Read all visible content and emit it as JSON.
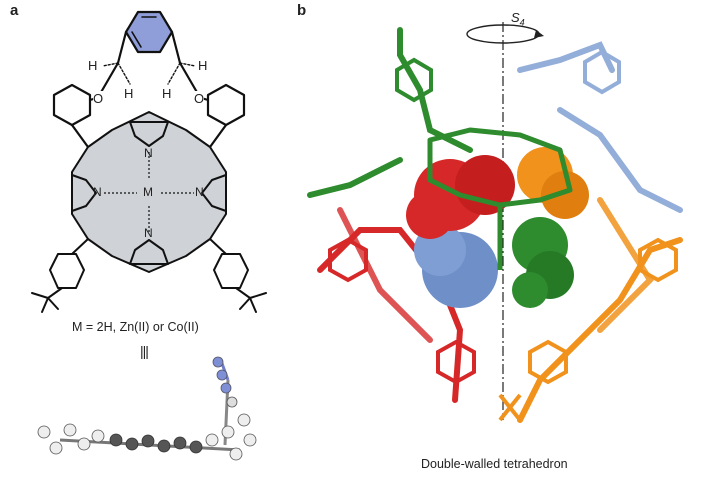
{
  "panel_a": {
    "label": "a",
    "atoms": {
      "H": "H",
      "O": "O",
      "N": "N",
      "M": "M"
    },
    "metal_caption": "M = 2H, Zn(II) or Co(II)",
    "equivalence_symbol": "|||"
  },
  "panel_b": {
    "label": "b",
    "axis_label": "S",
    "axis_subscript": "4",
    "caption": "Double-walled tetrahedron"
  },
  "colors": {
    "benzene": "#8f9ed8",
    "porphyrin": "#cfd2d6",
    "green": "#2e8b2e",
    "red": "#d62828",
    "orange": "#f0921c",
    "light_blue": "#93aed8",
    "sphere_blue": "#6f8fc9"
  }
}
